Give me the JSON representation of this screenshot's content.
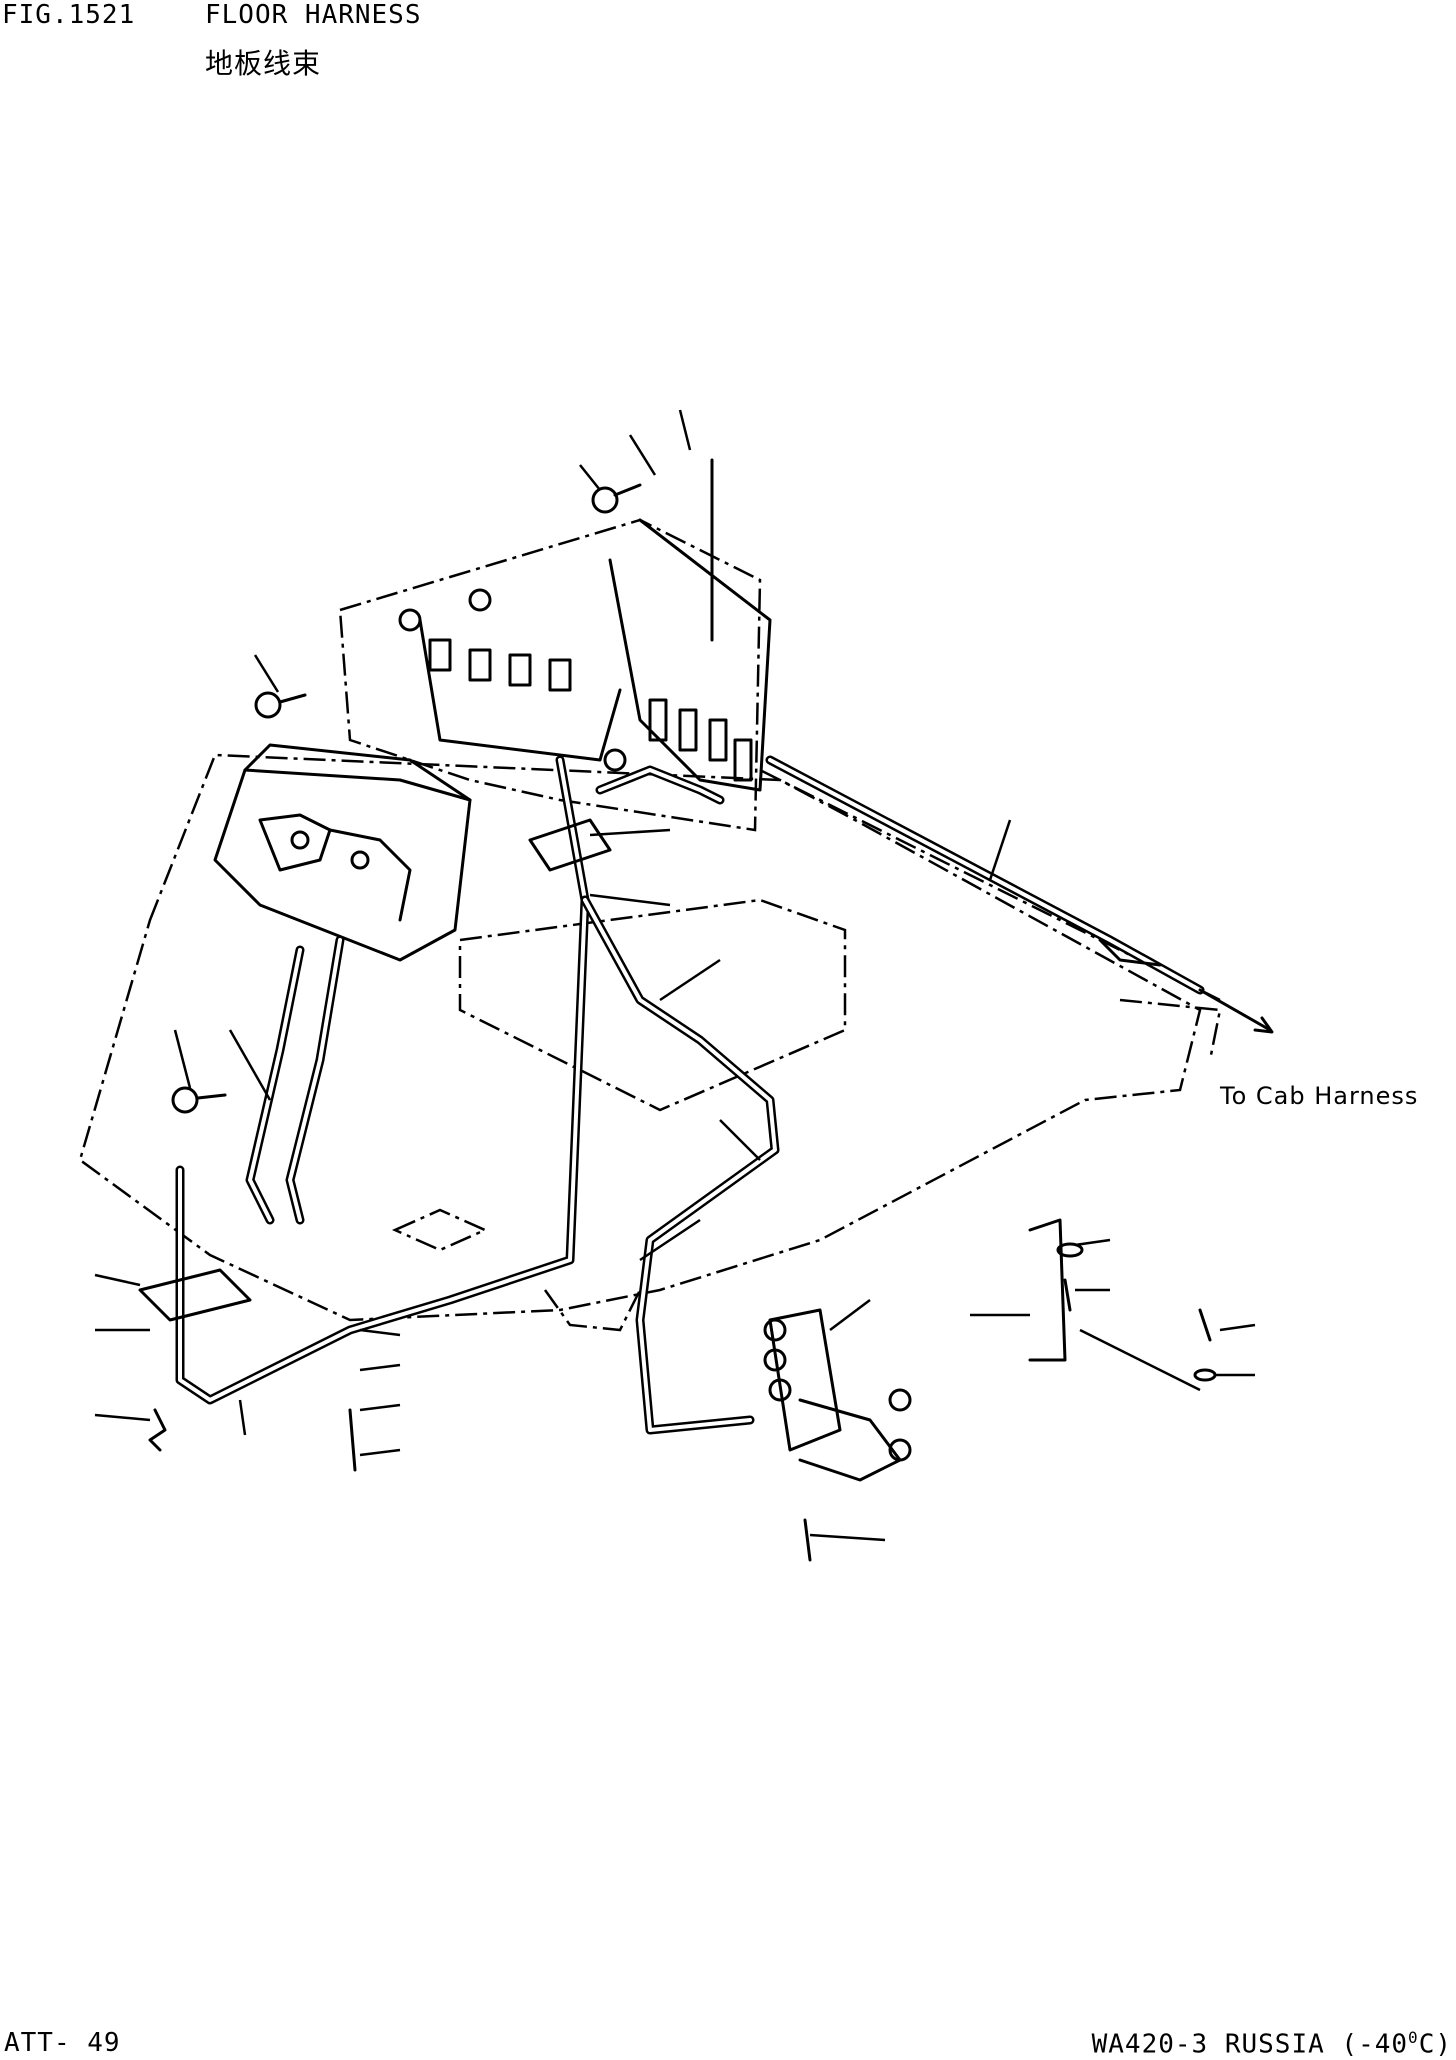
{
  "header": {
    "figure_number": "FIG.1521",
    "title": "FLOOR HARNESS",
    "subtitle": "地板线束"
  },
  "drawing": {
    "annotation": "To Cab Harness"
  },
  "footer": {
    "page_ref": "ATT- 49",
    "model": "WA420-3 RUSSIA (-40",
    "model_degree": "0",
    "model_unit": "C)"
  }
}
